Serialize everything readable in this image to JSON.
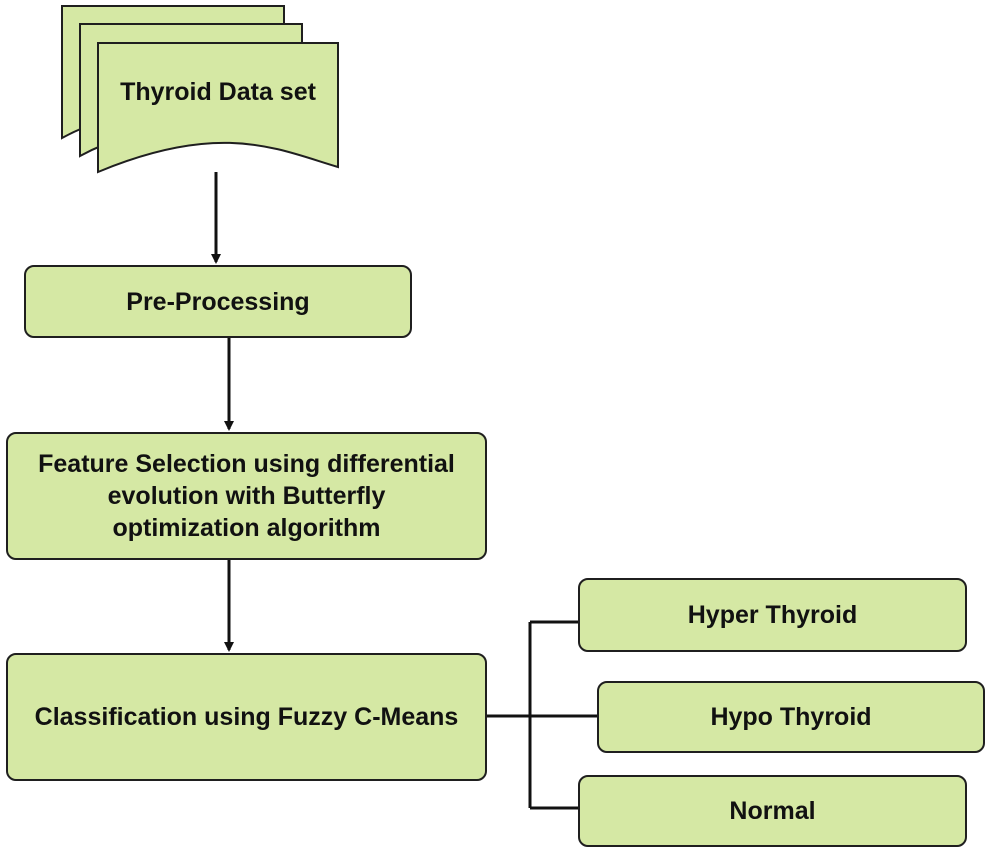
{
  "dataset": {
    "label": "Thyroid Data set"
  },
  "steps": {
    "preprocessing": "Pre-Processing",
    "feature_selection": [
      "Feature Selection using differential",
      "evolution with Butterfly",
      "optimization algorithm"
    ],
    "classification": "Classification using Fuzzy C-Means"
  },
  "outputs": {
    "hyper": "Hyper Thyroid",
    "hypo": "Hypo Thyroid",
    "normal": "Normal"
  },
  "colors": {
    "box_fill": "#d5e8a4",
    "stroke": "#1f1f1f",
    "text": "#111111"
  }
}
